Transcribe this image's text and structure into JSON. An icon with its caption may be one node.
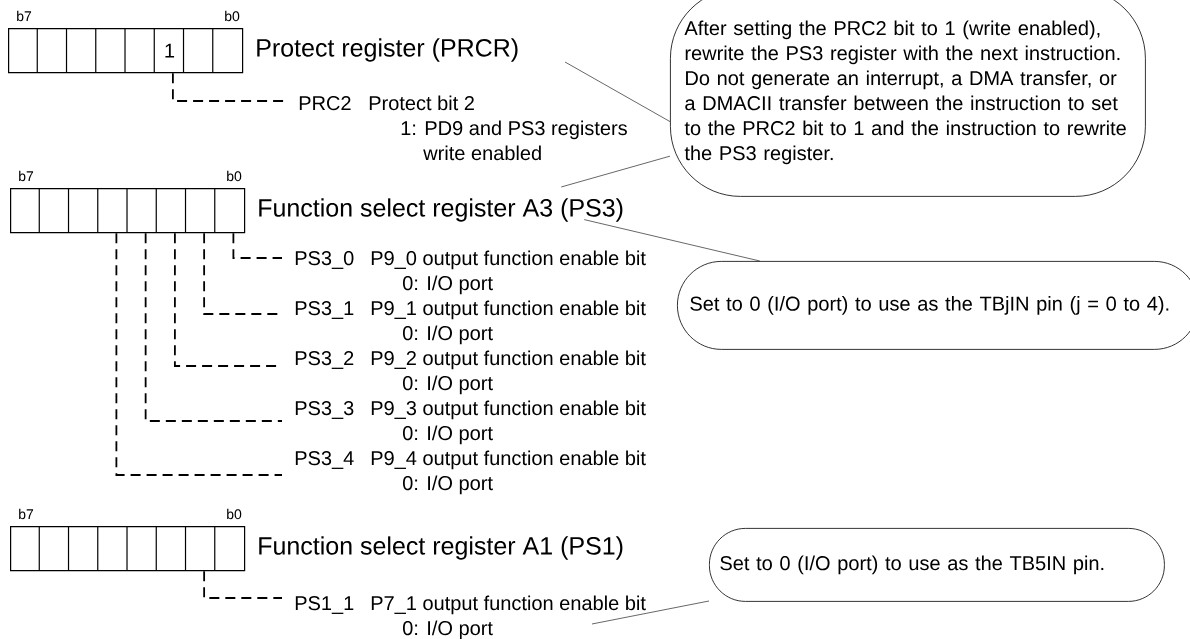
{
  "diagram": {
    "nodes": [
      {
        "text": [
          "1"
        ],
        "beside": [
          "b7",
          "b0",
          "Protect register (PRCR)"
        ]
      },
      {
        "text": [
          "PRC2",
          "Protect bit 2",
          "1: PD9 and PS3 registers write enabled"
        ]
      },
      {
        "text": [],
        "shape": "box",
        "beside": [
          "b7",
          "b0",
          "Function select register A3 (PS3)"
        ]
      },
      {
        "text": [
          "PS3_0",
          "P9_0 output function enable bit",
          "0: I/O port"
        ]
      },
      {
        "text": [
          "PS3_1",
          "P9_1 output function enable bit",
          "0: I/O port"
        ]
      },
      {
        "text": [
          "PS3_2",
          "P9_2 output function enable bit",
          "0: I/O port"
        ]
      },
      {
        "text": [
          "PS3_3",
          "P9_3 output function enable bit",
          "0: I/O port"
        ]
      },
      {
        "text": [
          "PS3_4",
          "P9_4 output function enable bit",
          "0: I/O port"
        ]
      },
      {
        "text": [],
        "shape": "box",
        "beside": [
          "b7",
          "b0",
          "Function select register A1 (PS1)"
        ]
      },
      {
        "text": [
          "PS1_1",
          "P7_1 output function enable bit",
          "0: I/O port"
        ]
      },
      {
        "text": [
          "After setting the PRC2 bit to 1 (write enabled), rewrite the PS3 register with the next instruction. Do not generate an interrupt, a DMA transfer, or a DMACII transfer between the instruction to set to the PRC2 bit to 1 and the instruction to rewrite the PS3 register."
        ]
      },
      {
        "text": [
          "Set to 0 (I/O port) to use as the TBjIN pin (j = 0 to 4)."
        ]
      },
      {
        "text": [
          "Set to 0 (I/O port) to use as the TB5IN pin."
        ]
      }
    ],
    "edges": [
      {
        "from": 0,
        "to": 1,
        "arrow": "none",
        "style": "dashed"
      },
      {
        "from": 2,
        "to": 3,
        "arrow": "none",
        "style": "dashed"
      },
      {
        "from": 2,
        "to": 4,
        "arrow": "none",
        "style": "dashed"
      },
      {
        "from": 2,
        "to": 5,
        "arrow": "none",
        "style": "dashed"
      },
      {
        "from": 2,
        "to": 6,
        "arrow": "none",
        "style": "dashed"
      },
      {
        "from": 2,
        "to": 7,
        "arrow": "none",
        "style": "dashed"
      },
      {
        "from": 8,
        "to": 9,
        "arrow": "none",
        "style": "dashed"
      },
      {
        "from": 10,
        "to": null,
        "arrow": "none"
      },
      {
        "from": 10,
        "to": 2,
        "arrow": "none"
      },
      {
        "from": 11,
        "to": 2,
        "arrow": "none"
      },
      {
        "from": 12,
        "to": 9,
        "arrow": "none"
      }
    ]
  }
}
